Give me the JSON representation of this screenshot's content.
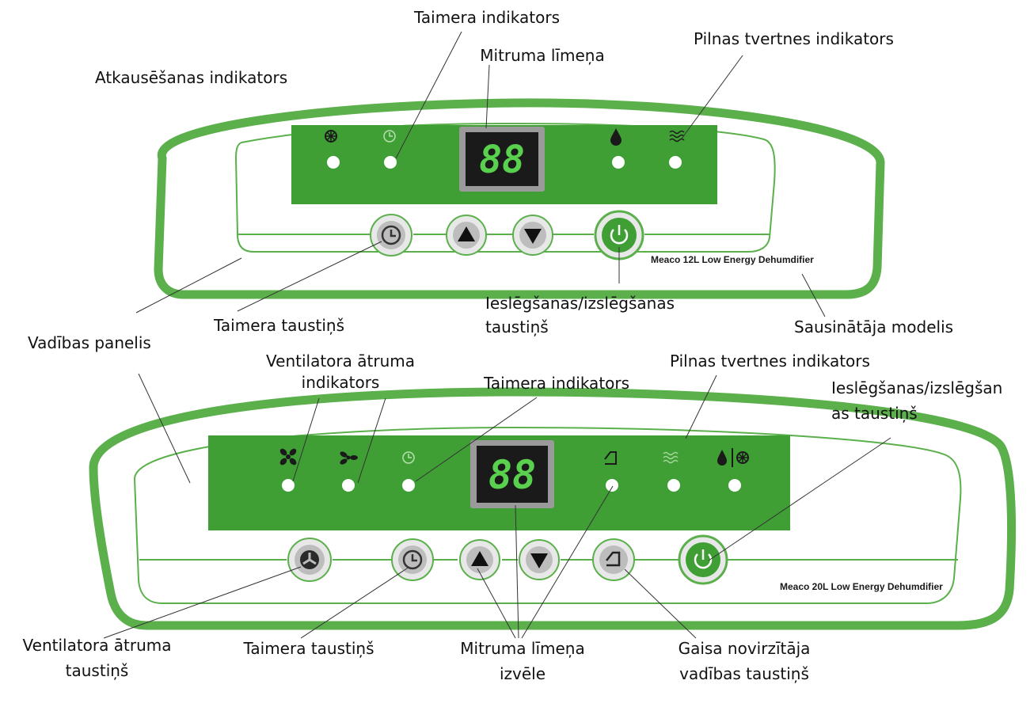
{
  "colors": {
    "green": "#3f9f35",
    "green_light": "#55b04a",
    "outline": "#5bb04c",
    "led": "#ffffff",
    "button_gray": "#cfcfcf",
    "display_bg": "#1a1a1a",
    "display_digits": "#59d04e"
  },
  "panel_top": {
    "display_value": "88",
    "model_name": "Meaco 12L Low Energy Dehumdifier",
    "indicator_icons": [
      "defrost-icon",
      "clock-icon",
      "water-drop-icon",
      "tank-full-icon"
    ],
    "button_icons": [
      "clock-icon",
      "arrow-up-icon",
      "arrow-down-icon",
      "power-icon"
    ]
  },
  "panel_bottom": {
    "display_value": "88",
    "model_name": "Meaco 20L Low Energy Dehumdifier",
    "indicator_icons": [
      "fan-high-icon",
      "fan-low-icon",
      "clock-icon",
      "louvre-icon",
      "tank-full-icon",
      "water-drop-defrost-icon"
    ],
    "button_icons": [
      "fan-icon",
      "clock-icon",
      "arrow-up-icon",
      "arrow-down-icon",
      "louvre-icon",
      "power-icon"
    ]
  },
  "labels": {
    "top": {
      "timer_indicator": "Taimera indikators",
      "humidity_level": "Mitruma līmeņa",
      "tank_full_indicator": "Pilnas tvertnes indikators",
      "defrost_indicator": "Atkausēšanas indikators",
      "power_button_1": "Ieslēgšanas/izslēgšanas",
      "power_button_2": "taustiņš",
      "timer_button": "Taimera taustiņš",
      "model": "Sausinātāja modelis",
      "control_panel": "Vadības panelis"
    },
    "bottom": {
      "fan_speed_indicator_1": "Ventilatora ātruma",
      "fan_speed_indicator_2": "indikators",
      "tank_full_indicator": "Pilnas tvertnes indikators",
      "timer_indicator": "Taimera indikators",
      "power_button_1": "Ieslēgšanas/izslēgšan",
      "power_button_2": "as taustiņš",
      "fan_speed_button_1": "Ventilatora ātruma",
      "fan_speed_button_2": "taustiņš",
      "timer_button": "Taimera taustiņš",
      "humidity_select_1": "Mitruma līmeņa",
      "humidity_select_2": "izvēle",
      "louvre_button_1": "Gaisa novirzītāja",
      "louvre_button_2": "vadības taustiņš"
    }
  }
}
